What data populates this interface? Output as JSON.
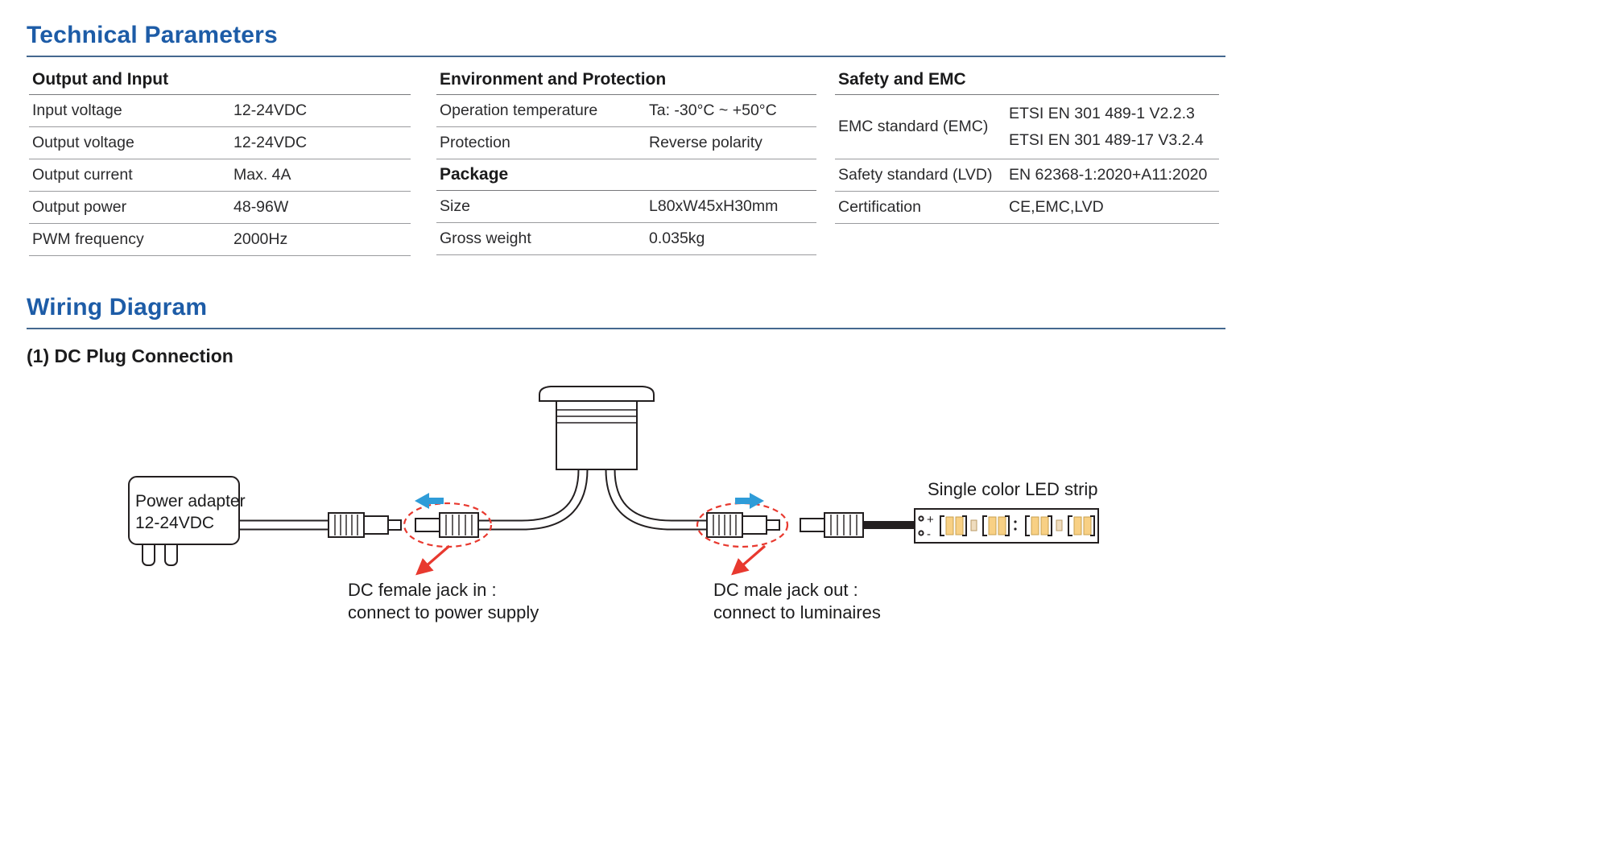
{
  "page": {
    "section1_title": "Technical Parameters",
    "section2_title": "Wiring Diagram",
    "wiring_subtitle": "(1) DC Plug Connection"
  },
  "tables": {
    "output_input": {
      "heading": "Output and Input",
      "rows": [
        {
          "label": "Input voltage",
          "value": "12-24VDC"
        },
        {
          "label": "Output voltage",
          "value": "12-24VDC"
        },
        {
          "label": "Output current",
          "value": "Max. 4A"
        },
        {
          "label": "Output power",
          "value": "48-96W"
        },
        {
          "label": "PWM frequency",
          "value": "2000Hz"
        }
      ]
    },
    "environment": {
      "heading": "Environment and Protection",
      "rows": [
        {
          "label": "Operation temperature",
          "value": "Ta: -30°C ~ +50°C"
        },
        {
          "label": "Protection",
          "value": "Reverse polarity"
        }
      ]
    },
    "package": {
      "heading": "Package",
      "rows": [
        {
          "label": "Size",
          "value": "L80xW45xH30mm"
        },
        {
          "label": "Gross weight",
          "value": "0.035kg"
        }
      ]
    },
    "safety": {
      "heading": "Safety and EMC",
      "emc_row": {
        "label": "EMC standard (EMC)",
        "value_line1": "ETSI EN 301 489-1 V2.2.3",
        "value_line2": "ETSI EN 301 489-17 V3.2.4"
      },
      "rows": [
        {
          "label": "Safety standard (LVD)",
          "value": "EN 62368-1:2020+A11:2020"
        },
        {
          "label": "Certification",
          "value": "CE,EMC,LVD"
        }
      ]
    }
  },
  "diagram": {
    "power_adapter": {
      "line1": "Power adapter",
      "line2": "12-24VDC"
    },
    "female_jack": {
      "line1": "DC female jack in :",
      "line2": "connect to power supply"
    },
    "male_jack": {
      "line1": "DC male jack out :",
      "line2": "connect to luminaires"
    },
    "led_strip": {
      "label": "Single color LED strip",
      "plus": "+",
      "minus": "-"
    }
  },
  "colors": {
    "heading_blue": "#1d5ca7",
    "divider_blue": "#44688f",
    "arrow_blue": "#2f9cd8",
    "annotation_red": "#e8392f",
    "line_black": "#231f20"
  }
}
